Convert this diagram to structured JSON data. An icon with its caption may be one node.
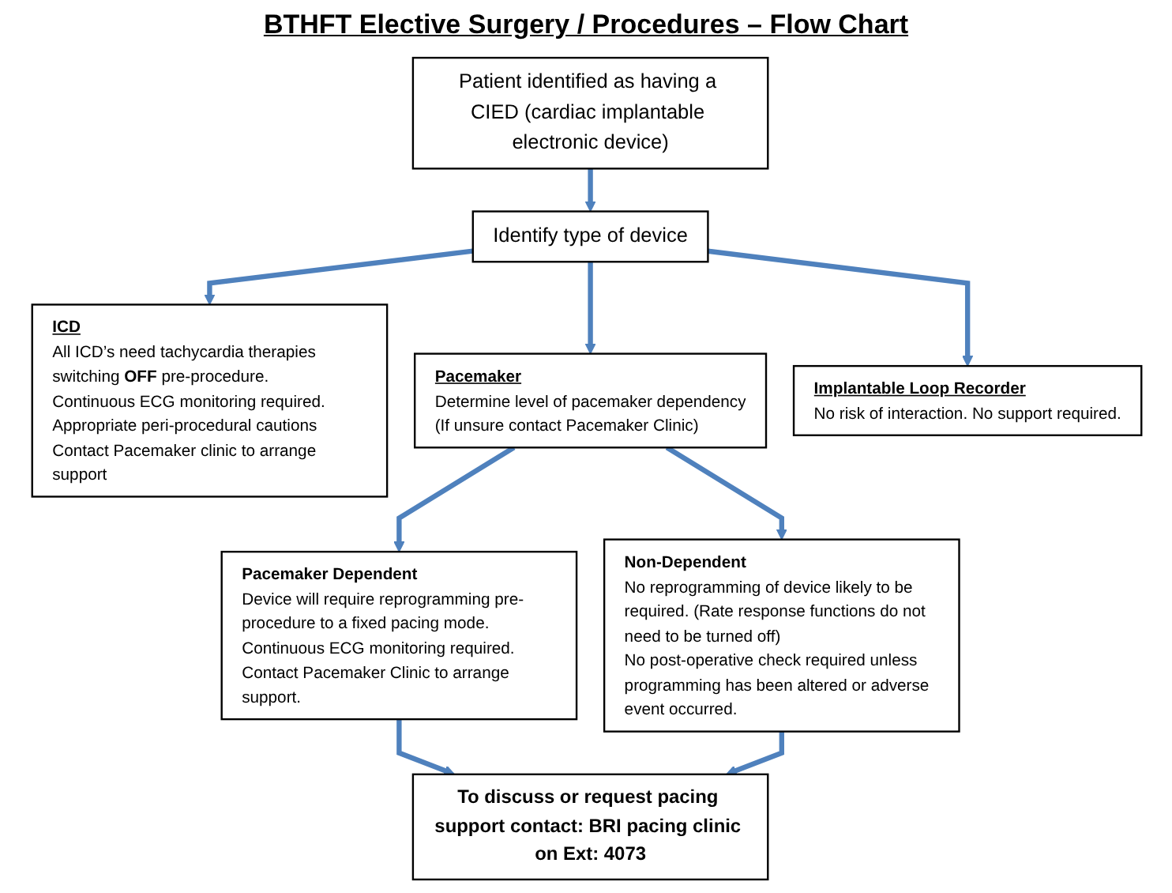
{
  "diagram": {
    "title": "BTHFT Elective Surgery / Procedures – Flow Chart",
    "nodes": [
      {
        "text": [
          "Patient identified as having a CIED (cardiac implantable electronic device)"
        ]
      },
      {
        "text": [
          "Identify type of device"
        ]
      },
      {
        "text": [
          "Implantable Loop Recorder",
          "No risk of interaction. No support required."
        ]
      },
      {
        "text": [
          "ICD",
          "All ICD’s need tachycardia therapies switching **OFF** pre-procedure.",
          "Continuous ECG monitoring required.",
          "Appropriate peri-procedural cautions",
          "Contact Pacemaker clinic to arrange support"
        ]
      },
      {
        "text": [
          "Pacemaker",
          "Determine level of pacemaker dependency",
          "(If unsure contact Pacemaker Clinic)"
        ]
      },
      {
        "text": [
          "Pacemaker Dependent",
          "Device will require reprogramming pre-procedure to a fixed pacing mode.",
          "Continuous ECG monitoring required.",
          "Contact Pacemaker Clinic to arrange support."
        ]
      },
      {
        "text": [
          "Non-Dependent",
          "No reprogramming of device likely to be required. (Rate response functions do not need to be turned off)",
          "No post-operative check required unless programming has been altered or adverse event occurred."
        ]
      },
      {
        "text": [
          "To discuss or request pacing support contact: BRI pacing clinic on Ext: 4073"
        ]
      }
    ],
    "edges": [
      {
        "from": 0,
        "to": 1,
        "arrow": "to"
      },
      {
        "from": 1,
        "to": 2,
        "arrow": "to"
      },
      {
        "from": 1,
        "to": 3,
        "arrow": "to"
      },
      {
        "from": 1,
        "to": 4,
        "arrow": "to"
      },
      {
        "from": 4,
        "to": 5,
        "arrow": "to"
      },
      {
        "from": 4,
        "to": 6,
        "arrow": "to"
      },
      {
        "from": 5,
        "to": 7,
        "arrow": "to"
      },
      {
        "from": 6,
        "to": 7,
        "arrow": "to"
      }
    ]
  }
}
